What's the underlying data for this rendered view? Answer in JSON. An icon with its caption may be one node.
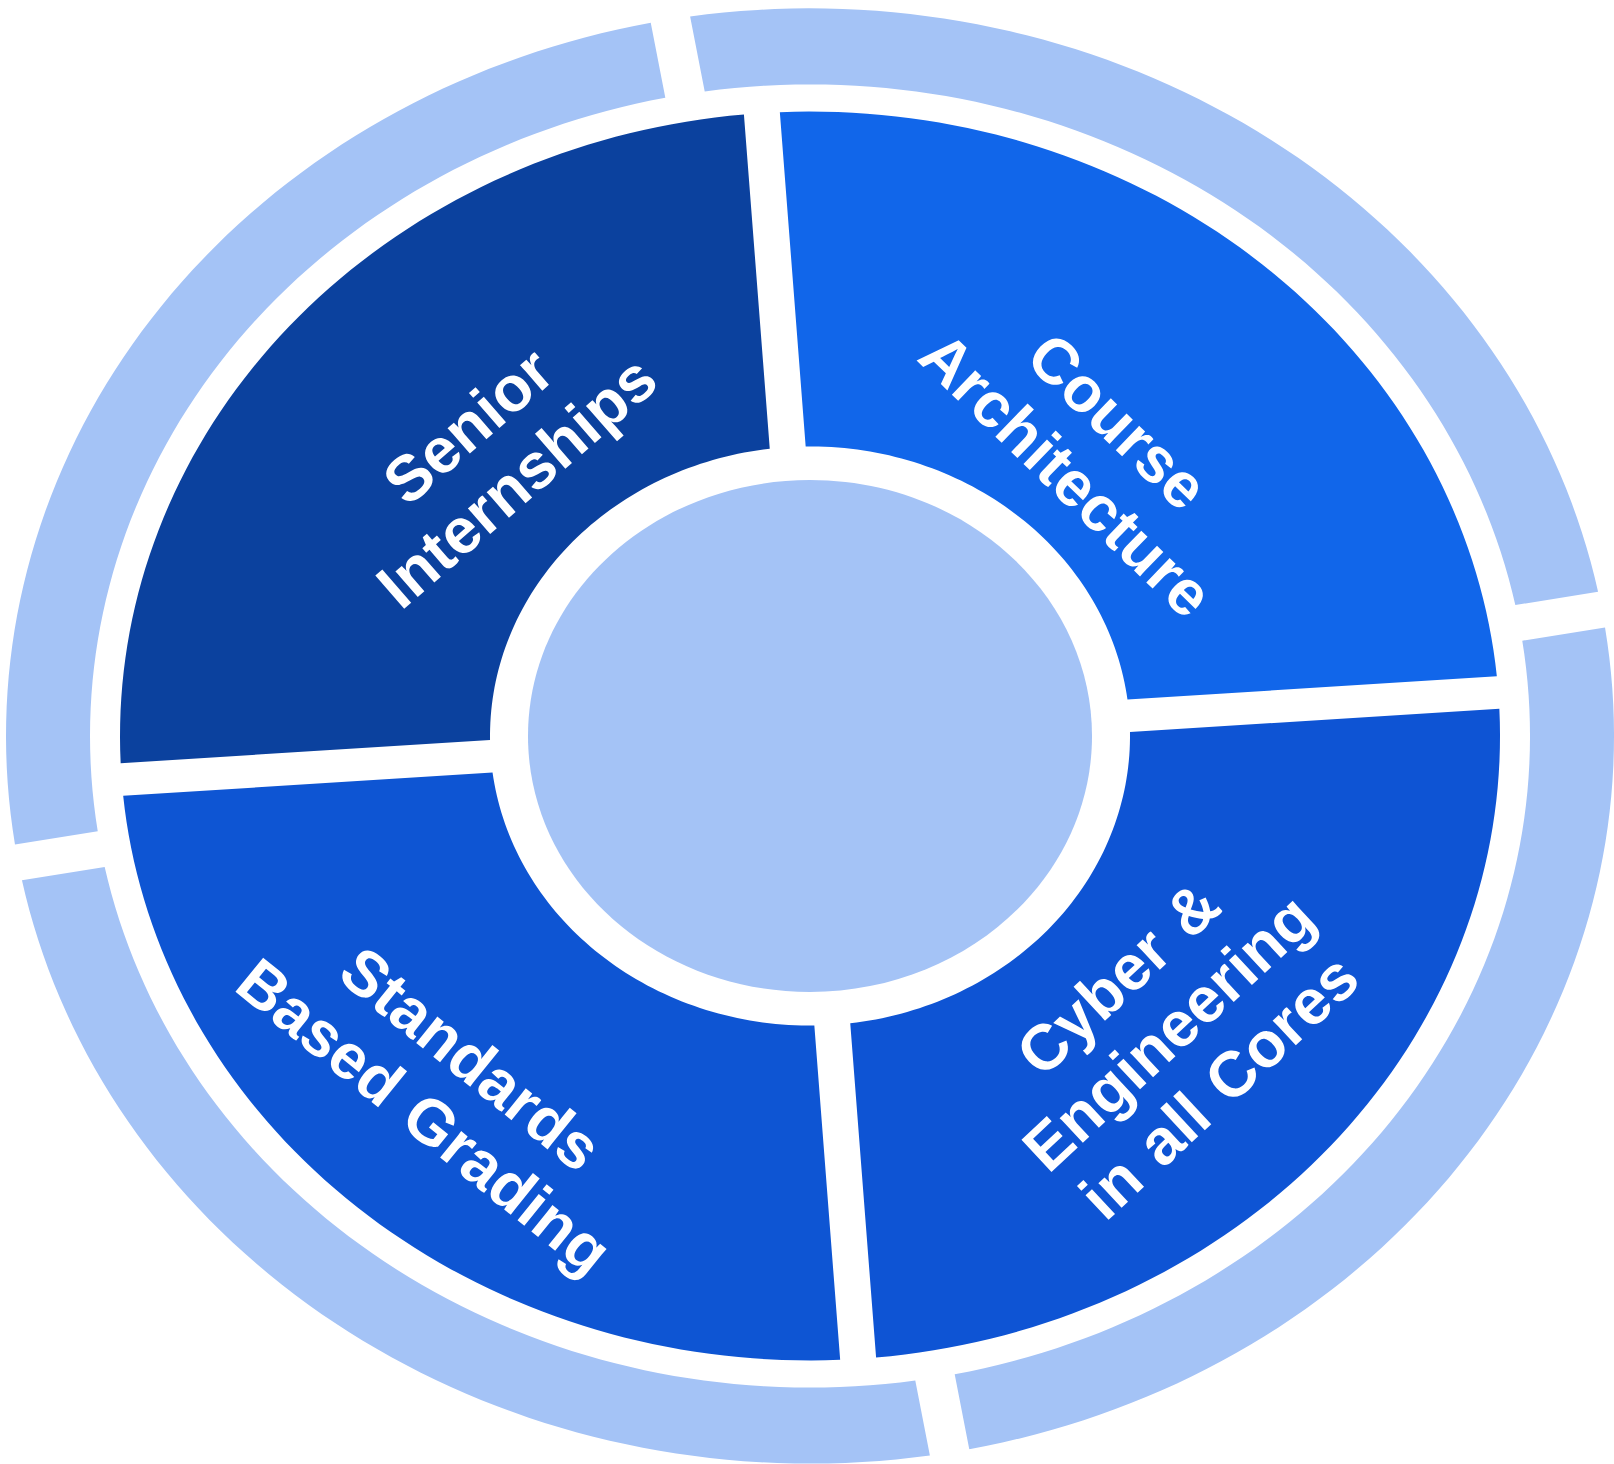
{
  "diagram": {
    "nodes": [
      {
        "text": [
          "Senior Internships"
        ]
      },
      {
        "text": [
          "Course Architecture"
        ]
      },
      {
        "text": [
          "Standards Based Grading"
        ]
      },
      {
        "text": [
          "Cyber & Engineering in all Cores"
        ]
      },
      {
        "text": [],
        "shape": "circle"
      }
    ]
  }
}
